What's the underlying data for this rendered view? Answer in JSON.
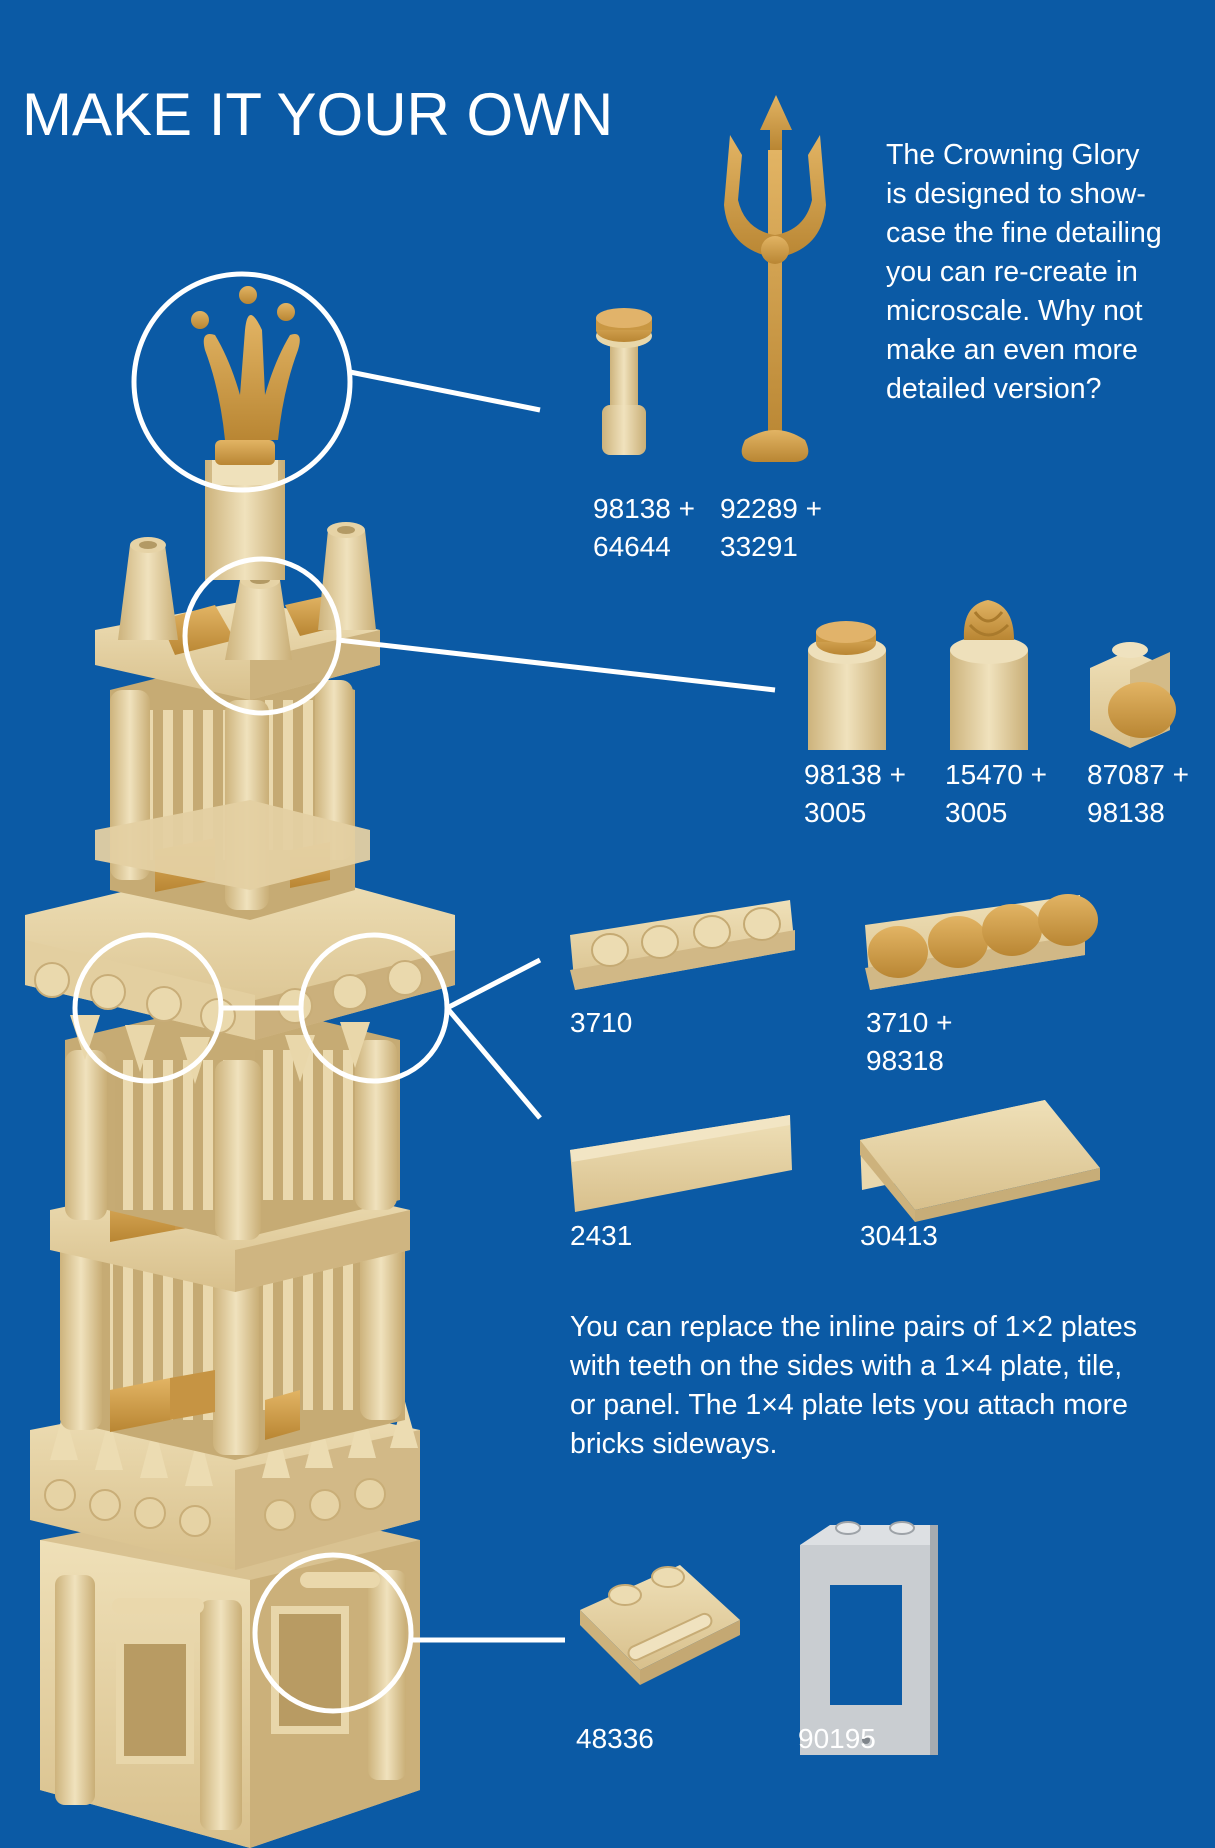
{
  "page": {
    "title": "MAKE IT YOUR OWN",
    "intro": "The Crowning Glory is designed to show-case the fine detailing you can re-create in microscale. Why not make an even more detailed version?",
    "intro_lines": [
      "The Crowning Glory",
      "is designed to show-",
      "case the fine detailing",
      "you can re-create in",
      "microscale. Why not",
      "make an even more",
      "detailed version?"
    ],
    "tip": "You can replace the inline pairs of 1×2 plates with teeth on the sides with a 1×4 plate, tile, or panel. The 1×4 plate lets you attach more bricks sideways.",
    "tip_lines": [
      "You can replace the inline pairs of 1×2 plates",
      "with teeth on the sides with a 1×4 plate, tile,",
      "or panel. The 1×4 plate lets you attach more",
      "bricks sideways."
    ],
    "colors": {
      "background": "#0b5aa5",
      "tan": "#e4cf9f",
      "pearl_gold": "#d4a24c",
      "light_gray": "#c9cdd1"
    }
  },
  "parts": {
    "p1": {
      "line1": "98138 +",
      "line2": "64644"
    },
    "p2": {
      "line1": "92289 +",
      "line2": "33291"
    },
    "p3": {
      "line1": "98138 +",
      "line2": "3005"
    },
    "p4": {
      "line1": "15470 +",
      "line2": "3005"
    },
    "p5": {
      "line1": "87087 +",
      "line2": "98138"
    },
    "p6": {
      "line1": "3710"
    },
    "p7": {
      "line1": "3710 +",
      "line2": "98318"
    },
    "p8": {
      "line1": "2431"
    },
    "p9": {
      "line1": "30413"
    },
    "p10": {
      "line1": "48336"
    },
    "p11": {
      "line1": "90195"
    }
  }
}
